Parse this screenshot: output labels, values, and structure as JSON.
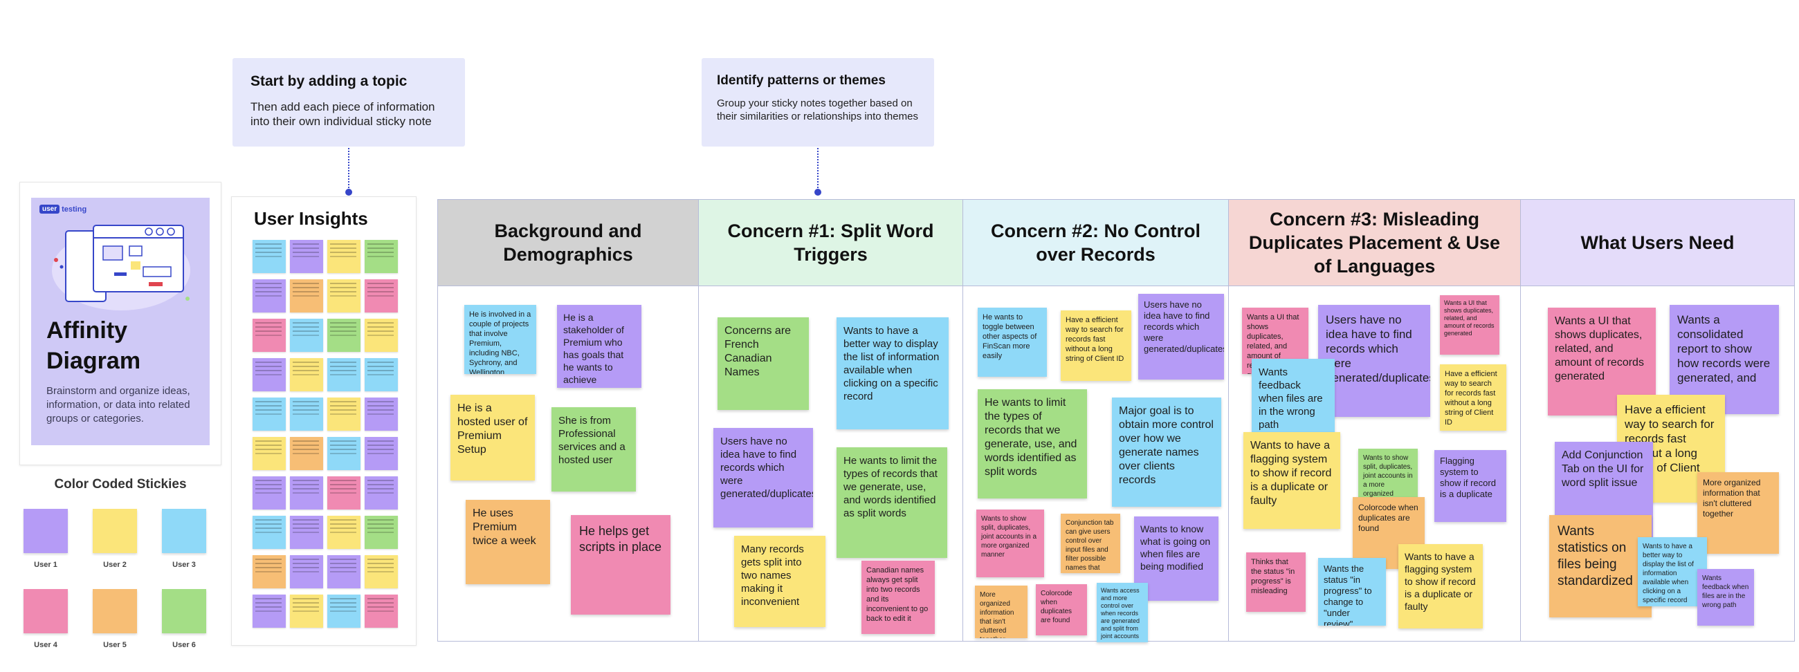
{
  "cover": {
    "logo_box": "user",
    "logo_text": "testing",
    "title_line1": "Affinity",
    "title_line2": "Diagram",
    "description": "Brainstorm and organize ideas, information, or data into related groups or categories."
  },
  "legend": {
    "title": "Color Coded Stickies",
    "items": [
      {
        "label": "User 1",
        "color": "#b59bf6"
      },
      {
        "label": "User 2",
        "color": "#fbe57a"
      },
      {
        "label": "User 3",
        "color": "#8fd9f8"
      },
      {
        "label": "User 4",
        "color": "#f08ab2"
      },
      {
        "label": "User 5",
        "color": "#f7be75"
      },
      {
        "label": "User 6",
        "color": "#a4de86"
      }
    ]
  },
  "topics": {
    "first": {
      "title": "Start by adding a topic",
      "desc": "Then add each piece of information into their own individual sticky note"
    },
    "second": {
      "title": "Identify patterns or themes",
      "desc": "Group your sticky notes together based on their similarities or relationships into themes"
    }
  },
  "insights": {
    "title": "User Insights"
  },
  "columns": [
    {
      "title": "Background and Demographics",
      "color": "#d2d2d2"
    },
    {
      "title": "Concern #1: Split Word Triggers",
      "color": "#def5e5"
    },
    {
      "title": "Concern #2: No Control over Records",
      "color": "#dff3f8"
    },
    {
      "title": "Concern #3: Misleading Duplicates Placement & Use of Languages",
      "color": "#f6d6d3"
    },
    {
      "title": "What Users Need",
      "color": "#e4dcfa"
    }
  ],
  "notes": {
    "bg": [
      "He is involved in a couple of projects that involve Premium, including NBC, Sychrony, and Wellington",
      "He is a stakeholder of Premium who has goals that he wants to achieve",
      "He is a hosted user of Premium Setup",
      "She is from Professional services and a hosted user",
      "He uses Premium twice a week",
      "He helps get scripts in place"
    ],
    "c1": [
      "Concerns are French Canadian Names",
      "Wants to have a better way to display the list of information available when clicking on a specific record",
      "Users have no idea have to find records which were generated/duplicates/split",
      "He wants to limit the types of records that we generate, use, and words identified as split words",
      "Many records gets split into two names making it inconvenient",
      "Canadian names always get split into two records and its inconvenient  to go back to edit it"
    ],
    "c2": [
      "He wants to toggle between other aspects of FinScan more easily",
      "Have a efficient way to search for records fast without a long string of Client ID",
      "Users have no idea have to find records which were generated/duplicates/split",
      "He wants to limit the types of records that we generate, use, and words identified as split words",
      "Major goal is to obtain more control over how we generate names over clients records",
      "Wants to show split, duplicates, joint accounts in a more organized manner",
      "Conjunction tab can give users control over input files and filter possible names that causes split",
      "Wants to know what is going on when files are being modified",
      "More organized information that isn't cluttered together",
      "Colorcode when duplicates are found",
      "Wants access and more control over when records are generated and split from joint accounts"
    ],
    "c3": [
      "Wants a UI that shows duplicates, related, and amount of records generated",
      "Users have no idea have to find records which were generated/duplicates/split",
      "Wants a UI that shows duplicates, related, and amount of records generated",
      "Wants feedback when files are in the wrong path",
      "Have a efficient way to search for records fast without a long string of Client ID",
      "Wants to have a flagging system to show if record is a duplicate or faulty",
      "Wants to show split, duplicates, joint accounts in a more organized",
      "Flagging system to show if record is a duplicate",
      "Colorcode when duplicates are found",
      "Thinks that the status \"in progress\" is misleading",
      "Wants the status \"in progress\" to change to \"under review\"",
      "Wants to have a flagging system to show if record is a duplicate or faulty"
    ],
    "c4": [
      "Wants a UI that shows duplicates, related, and amount of records generated",
      "Wants a consolidated report to show how records were generated, and",
      "Have a efficient way to search for records fast without a long string of Client",
      "Add Conjunction Tab on the UI for word split issue",
      "More organized information that isn't cluttered together",
      "Wants statistics on files being standardized",
      "Wants to have a better way to display the list of information available when clicking on a specific record",
      "Wants feedback when files are in the wrong path"
    ]
  },
  "mini_colors": [
    "#8fd9f8",
    "#b59bf6",
    "#fbe57a",
    "#a4de86",
    "#f08ab2",
    "#f7be75"
  ]
}
